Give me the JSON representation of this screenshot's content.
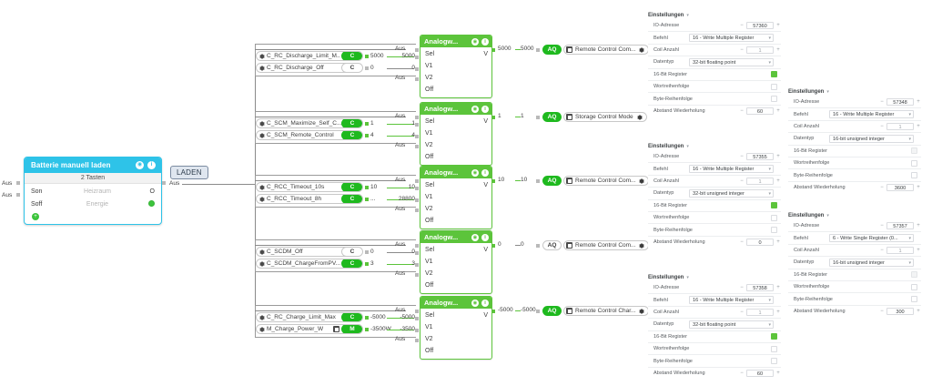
{
  "widget": {
    "title": "Batterie manuell laden",
    "icons": [
      "power-icon",
      "info-icon"
    ],
    "subtitle": "2 Tasten",
    "rows": [
      {
        "key": "Son",
        "middle": "Heizraum",
        "value": "O"
      },
      {
        "key": "Soff",
        "middle": "Energie",
        "value": ""
      }
    ],
    "add_label": "+"
  },
  "left_inputs": [
    {
      "label": "Aus"
    },
    {
      "label": "Aus"
    }
  ],
  "laden_label": "LADEN",
  "trunk_label": "Aus",
  "mux_title": "Analogw...",
  "mux_rows": [
    "Sel",
    "V1",
    "V2",
    "Off"
  ],
  "mux_unit": "V",
  "aus_label": "Aus",
  "rows": [
    {
      "id": "row-discharge-limit",
      "params": [
        {
          "name": "C_RC_Discharge_Limit_M..",
          "tag": "C",
          "tag_style": "green",
          "has_square": false,
          "value": "5000",
          "wire_value": "5000"
        },
        {
          "name": "C_RC_Discharge_Off",
          "tag": "C",
          "tag_style": "white",
          "has_square": false,
          "value": "0",
          "wire_value": "0"
        }
      ],
      "mux_sel_in": "Aus",
      "mux_out": "5000",
      "aq_in": "5000",
      "aq_badge": "AQ",
      "aq_badge_style": "green",
      "aq_label": "Remote Control Com...",
      "settings_ref": 0
    },
    {
      "id": "row-storage-control-mode",
      "params": [
        {
          "name": "C_SCM_Maximize_Self_C...",
          "tag": "C",
          "tag_style": "green",
          "has_square": false,
          "value": "1",
          "wire_value": "1"
        },
        {
          "name": "C_SCM_Remote_Control",
          "tag": "C",
          "tag_style": "green",
          "has_square": false,
          "value": "4",
          "wire_value": "4"
        }
      ],
      "mux_sel_in": "Aus",
      "mux_out": "1",
      "aq_in": "1",
      "aq_badge": "AQ",
      "aq_badge_style": "green",
      "aq_label": "Storage Control Mode",
      "settings_ref": 1
    },
    {
      "id": "row-timeout",
      "params": [
        {
          "name": "C_RCC_Timeout_10s",
          "tag": "C",
          "tag_style": "green",
          "has_square": false,
          "value": "10",
          "wire_value": "10"
        },
        {
          "name": "C_RCC_Timeout_8h",
          "tag": "C",
          "tag_style": "green",
          "has_square": false,
          "value": "...",
          "wire_value": "28800"
        }
      ],
      "mux_sel_in": "Aus",
      "mux_out": "10",
      "aq_in": "10",
      "aq_badge": "AQ",
      "aq_badge_style": "green",
      "aq_label": "Remote Control Com...",
      "settings_ref": 2
    },
    {
      "id": "row-scdm",
      "params": [
        {
          "name": "C_SCDM_Off",
          "tag": "C",
          "tag_style": "white",
          "has_square": false,
          "value": "0",
          "wire_value": "0"
        },
        {
          "name": "C_SCDM_ChargeFromPV...",
          "tag": "C",
          "tag_style": "green",
          "has_square": false,
          "value": "3",
          "wire_value": "3"
        }
      ],
      "mux_sel_in": "Aus",
      "mux_out": "0",
      "aq_in": "0",
      "aq_badge": "AQ",
      "aq_badge_style": "white",
      "aq_label": "Remote Control Com...",
      "settings_ref": 3
    },
    {
      "id": "row-charge-limit",
      "params": [
        {
          "name": "C_RC_Charge_Limit_Max",
          "tag": "C",
          "tag_style": "green",
          "has_square": false,
          "value": "-5000",
          "wire_value": "-5000"
        },
        {
          "name": "M_Charge_Power_W",
          "tag": "M",
          "tag_style": "green",
          "has_square": true,
          "value": "-3500W",
          "wire_value": "-3500"
        }
      ],
      "mux_sel_in": "Aus",
      "mux_out": "-5000",
      "aq_in": "-5000",
      "aq_badge": "AQ",
      "aq_badge_style": "green",
      "aq_label": "Remote Control Char...",
      "settings_ref": 4
    }
  ],
  "settings_labels": {
    "title": "Einstellungen",
    "io_address": "IO-Adresse",
    "command": "Befehl",
    "coil_count": "Coil Anzahl",
    "datatype": "Datentyp",
    "reg16": "16-Bit Register",
    "word_order": "Wortreihenfolge",
    "byte_order": "Byte-Reihenfolge",
    "repeat_interval": "Abstand Wiederholung"
  },
  "settings_panels": [
    {
      "id": "settings-57360",
      "io_address": "57360",
      "command": "16 - Write Multiple Register",
      "coil_count": "1",
      "datatype": "32-bit floating point",
      "reg16": true,
      "word_order": false,
      "byte_order": false,
      "repeat_interval": "60"
    },
    {
      "id": "settings-57348",
      "io_address": "57348",
      "command": "16 - Write Multiple Register",
      "coil_count": "1",
      "datatype": "16-bit unsigned integer",
      "reg16": false,
      "word_order": false,
      "byte_order": false,
      "repeat_interval": "3600"
    },
    {
      "id": "settings-57355",
      "io_address": "57355",
      "command": "16 - Write Multiple Register",
      "coil_count": "1",
      "datatype": "32-bit unsigned integer",
      "reg16": true,
      "word_order": false,
      "byte_order": false,
      "repeat_interval": "0"
    },
    {
      "id": "settings-57357",
      "io_address": "57357",
      "command": "6 - Write Single Register (0...",
      "coil_count": "1",
      "datatype": "16-bit unsigned integer",
      "reg16": false,
      "word_order": false,
      "byte_order": false,
      "repeat_interval": "300"
    },
    {
      "id": "settings-57358",
      "io_address": "57358",
      "command": "16 - Write Multiple Register",
      "coil_count": "1",
      "datatype": "32-bit floating point",
      "reg16": true,
      "word_order": false,
      "byte_order": false,
      "repeat_interval": "60"
    }
  ],
  "colors": {
    "accent_green": "#5cc43b",
    "tag_green": "#1eb91e",
    "widget_cyan": "#2ec3e8",
    "wire_gray": "#8a8a8a"
  }
}
